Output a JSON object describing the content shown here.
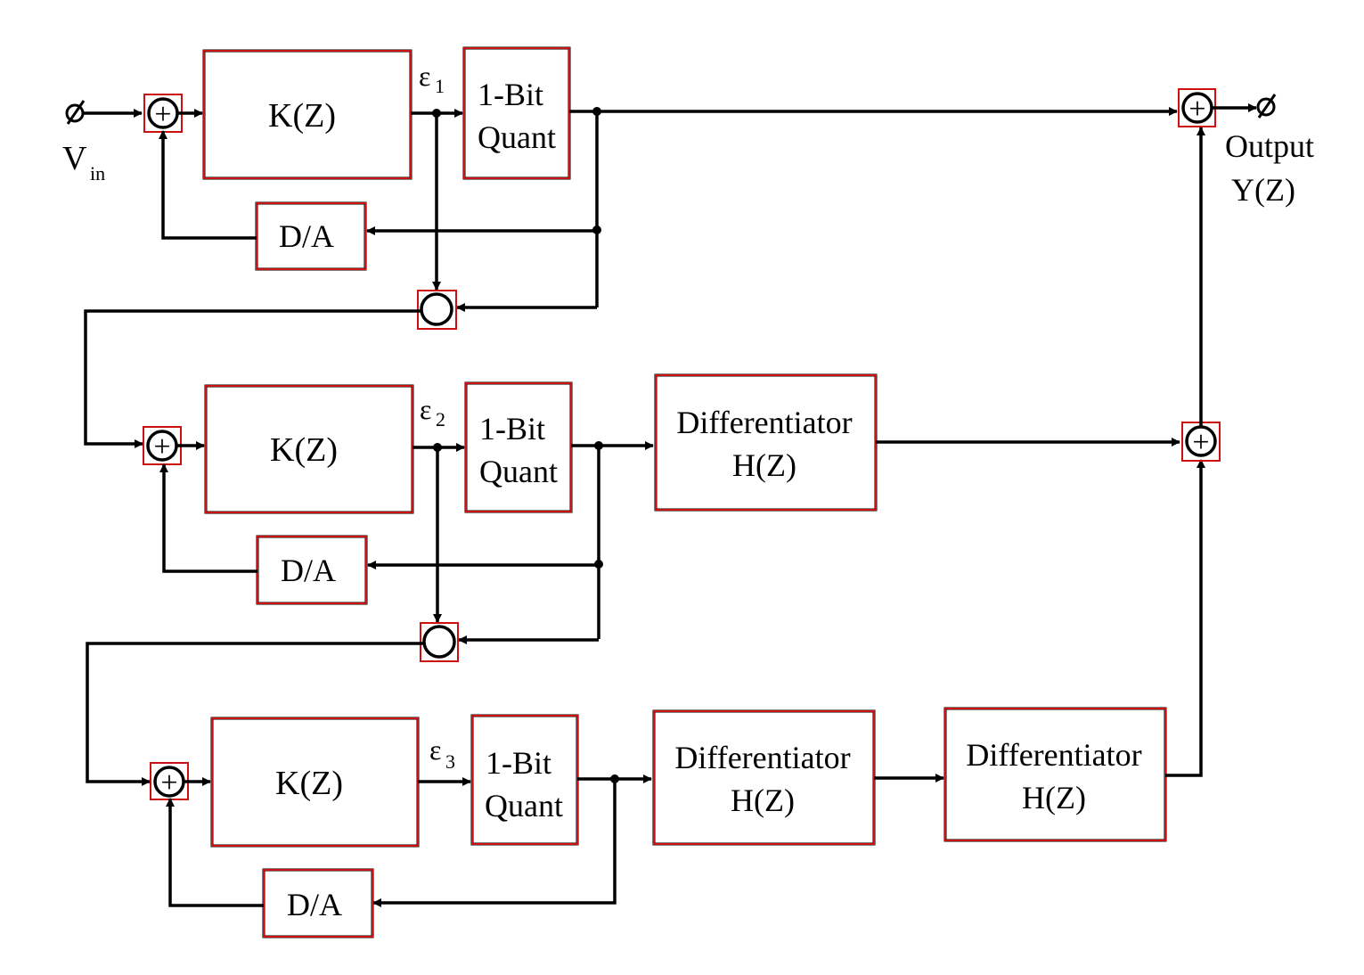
{
  "input": {
    "main": "V",
    "sub": "in"
  },
  "output": {
    "line1": "Output",
    "line2": "Y(Z)"
  },
  "stage1": {
    "filter": "K(Z)",
    "quant1": "1-Bit",
    "quant2": "Quant",
    "dac": "D/A",
    "error_main": "ε",
    "error_sub": "1"
  },
  "stage2": {
    "filter": "K(Z)",
    "quant1": "1-Bit",
    "quant2": "Quant",
    "dac": "D/A",
    "error_main": "ε",
    "error_sub": "2",
    "diff1_line1": "Differentiator",
    "diff1_line2": "H(Z)"
  },
  "stage3": {
    "filter": "K(Z)",
    "quant1": "1-Bit",
    "quant2": "Quant",
    "dac": "D/A",
    "error_main": "ε",
    "error_sub": "3",
    "diff1_line1": "Differentiator",
    "diff1_line2": "H(Z)",
    "diff2_line1": "Differentiator",
    "diff2_line2": "H(Z)"
  },
  "summer_symbol": "+",
  "colors": {
    "line": "#000000",
    "highlight_box": "#cc1111",
    "background": "#ffffff"
  }
}
